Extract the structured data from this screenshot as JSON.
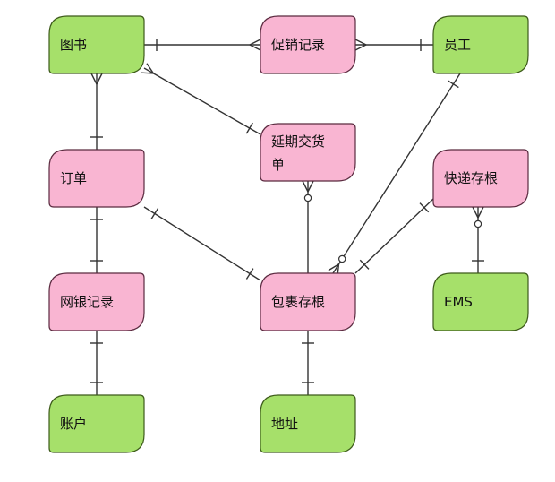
{
  "colors": {
    "entity_fill": "#a6e06a",
    "entity_stroke": "#3d5a1a",
    "relation_fill": "#f9b5d2",
    "relation_stroke": "#5a2a3f",
    "edge": "#333333"
  },
  "nodes": [
    {
      "id": "book",
      "label": "图书",
      "kind": "entity"
    },
    {
      "id": "promo",
      "label": "促销记录",
      "kind": "relation"
    },
    {
      "id": "staff",
      "label": "员工",
      "kind": "entity"
    },
    {
      "id": "order",
      "label": "订单",
      "kind": "relation"
    },
    {
      "id": "delay",
      "label": [
        "延期交货",
        "单"
      ],
      "kind": "relation"
    },
    {
      "id": "express",
      "label": "快递存根",
      "kind": "relation"
    },
    {
      "id": "bank",
      "label": "网银记录",
      "kind": "relation"
    },
    {
      "id": "parcel",
      "label": "包裹存根",
      "kind": "relation"
    },
    {
      "id": "ems",
      "label": "EMS",
      "kind": "entity"
    },
    {
      "id": "account",
      "label": "账户",
      "kind": "entity"
    },
    {
      "id": "address",
      "label": "地址",
      "kind": "entity"
    }
  ],
  "edges": [
    {
      "from": "book",
      "to": "promo",
      "from_end": "one",
      "to_end": "many"
    },
    {
      "from": "promo",
      "to": "staff",
      "from_end": "many",
      "to_end": "one"
    },
    {
      "from": "book",
      "to": "order",
      "from_end": "many",
      "to_end": "one"
    },
    {
      "from": "book",
      "to": "delay",
      "from_end": "many",
      "to_end": "one"
    },
    {
      "from": "delay",
      "to": "parcel",
      "from_end": "zero-many",
      "to_end": "none"
    },
    {
      "from": "staff",
      "to": "parcel",
      "from_end": "one",
      "to_end": "zero-many"
    },
    {
      "from": "order",
      "to": "parcel",
      "from_end": "one",
      "to_end": "one"
    },
    {
      "from": "express",
      "to": "parcel",
      "from_end": "one",
      "to_end": "one"
    },
    {
      "from": "express",
      "to": "ems",
      "from_end": "zero-many",
      "to_end": "one"
    },
    {
      "from": "order",
      "to": "bank",
      "from_end": "one",
      "to_end": "one"
    },
    {
      "from": "bank",
      "to": "account",
      "from_end": "one",
      "to_end": "one"
    },
    {
      "from": "parcel",
      "to": "address",
      "from_end": "one",
      "to_end": "one"
    }
  ]
}
